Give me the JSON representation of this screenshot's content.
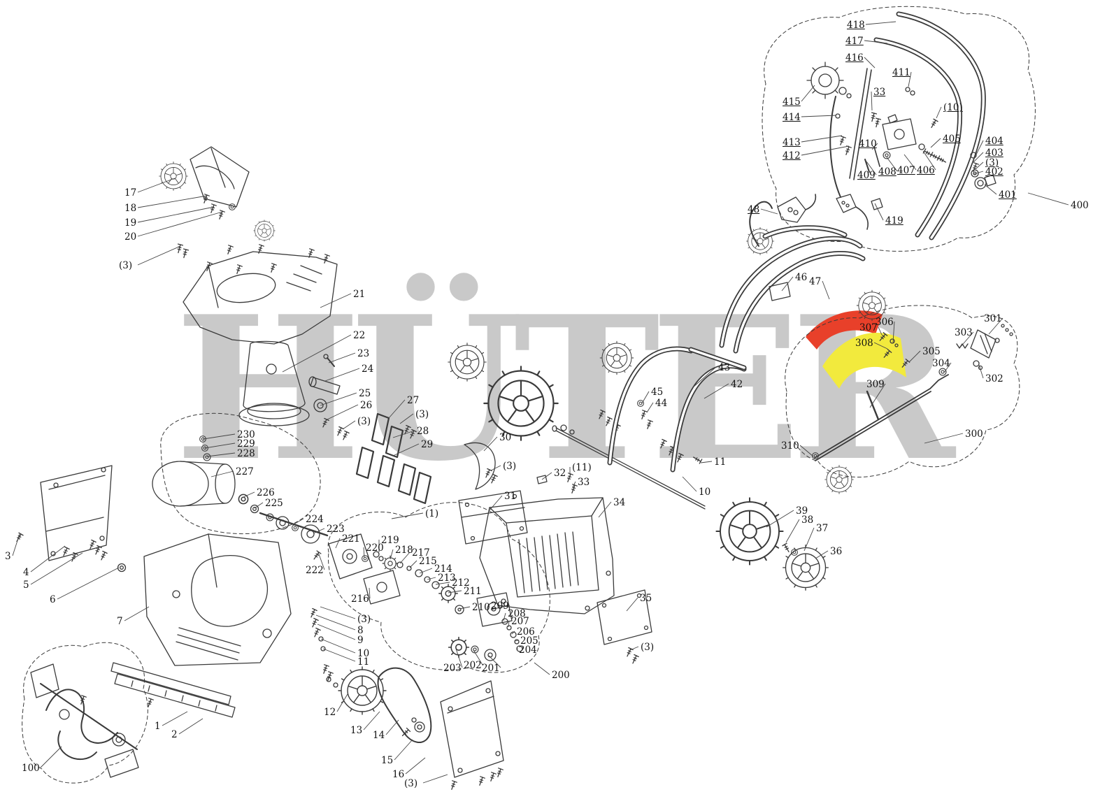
{
  "watermark": {
    "text": "HÜTER",
    "color": "#c9c9c9"
  },
  "brand_colors": {
    "logo_red": "#e8402a",
    "logo_yellow": "#f2ea3d",
    "line": "#3a3a3a"
  },
  "labels_format": [
    "text",
    "x",
    "y",
    "leader_x",
    "leader_y",
    "underlined"
  ],
  "labels": [
    [
      "17",
      178,
      268,
      250,
      255,
      0
    ],
    [
      "18",
      178,
      290,
      296,
      280,
      0
    ],
    [
      "19",
      178,
      311,
      306,
      296,
      0
    ],
    [
      "20",
      178,
      331,
      318,
      303,
      0
    ],
    [
      "(3)",
      170,
      372,
      258,
      352,
      0
    ],
    [
      "21",
      505,
      413,
      458,
      440,
      0
    ],
    [
      "22",
      505,
      472,
      404,
      532,
      0
    ],
    [
      "23",
      511,
      498,
      470,
      519,
      0
    ],
    [
      "24",
      517,
      520,
      465,
      545,
      0
    ],
    [
      "25",
      513,
      555,
      458,
      580,
      0
    ],
    [
      "26",
      515,
      572,
      468,
      600,
      0
    ],
    [
      "(3)",
      511,
      595,
      490,
      614,
      0
    ],
    [
      "27",
      582,
      565,
      556,
      598,
      0
    ],
    [
      "(3)",
      594,
      585,
      572,
      606,
      0
    ],
    [
      "28",
      596,
      609,
      562,
      626,
      0
    ],
    [
      "29",
      602,
      628,
      562,
      652,
      0
    ],
    [
      "30",
      714,
      618,
      692,
      645,
      0
    ],
    [
      "(3)",
      719,
      659,
      702,
      673,
      0
    ],
    [
      "31",
      721,
      702,
      700,
      730,
      0
    ],
    [
      "32",
      792,
      669,
      775,
      686,
      0
    ],
    [
      "(11)",
      818,
      661,
      815,
      679,
      0
    ],
    [
      "33",
      826,
      682,
      819,
      697,
      0
    ],
    [
      "34",
      877,
      711,
      856,
      740,
      0
    ],
    [
      "(1)",
      608,
      727,
      560,
      742,
      0
    ],
    [
      "230",
      339,
      614,
      291,
      628,
      0
    ],
    [
      "229",
      339,
      627,
      293,
      641,
      0
    ],
    [
      "228",
      339,
      641,
      296,
      653,
      0
    ],
    [
      "227",
      337,
      667,
      302,
      682,
      0
    ],
    [
      "226",
      367,
      697,
      346,
      712,
      0
    ],
    [
      "225",
      379,
      712,
      364,
      727,
      0
    ],
    [
      "224",
      437,
      735,
      420,
      750,
      0
    ],
    [
      "223",
      467,
      749,
      448,
      763,
      0
    ],
    [
      "221",
      489,
      763,
      480,
      784,
      0
    ],
    [
      "220",
      523,
      776,
      521,
      798,
      0
    ],
    [
      "219",
      545,
      765,
      542,
      790,
      0
    ],
    [
      "218",
      565,
      779,
      558,
      800,
      0
    ],
    [
      "217",
      589,
      783,
      572,
      806,
      0
    ],
    [
      "215",
      599,
      795,
      586,
      812,
      0
    ],
    [
      "214",
      621,
      806,
      600,
      820,
      0
    ],
    [
      "213",
      626,
      819,
      611,
      829,
      0
    ],
    [
      "212",
      646,
      826,
      623,
      836,
      0
    ],
    [
      "211",
      663,
      838,
      641,
      848,
      0
    ],
    [
      "222",
      437,
      808,
      455,
      790,
      0
    ],
    [
      "216",
      502,
      849,
      528,
      841,
      0
    ],
    [
      "210",
      675,
      861,
      657,
      871,
      0
    ],
    [
      "209",
      702,
      859,
      702,
      872,
      0
    ],
    [
      "208",
      726,
      870,
      720,
      888,
      0
    ],
    [
      "207",
      731,
      881,
      727,
      897,
      0
    ],
    [
      "206",
      739,
      896,
      732,
      907,
      0
    ],
    [
      "205",
      744,
      909,
      737,
      917,
      0
    ],
    [
      "204",
      742,
      922,
      741,
      928,
      0
    ],
    [
      "203",
      634,
      948,
      652,
      928,
      0
    ],
    [
      "202",
      663,
      944,
      677,
      930,
      0
    ],
    [
      "201",
      689,
      948,
      699,
      938,
      0
    ],
    [
      "200",
      789,
      958,
      764,
      948,
      0
    ],
    [
      "(3)",
      511,
      878,
      458,
      868,
      0
    ],
    [
      "8",
      511,
      894,
      452,
      880,
      0
    ],
    [
      "9",
      511,
      908,
      454,
      893,
      0
    ],
    [
      "10",
      511,
      927,
      459,
      914,
      0
    ],
    [
      "11",
      511,
      939,
      462,
      928,
      0
    ],
    [
      "3",
      7,
      788,
      28,
      764,
      0
    ],
    [
      "4",
      33,
      811,
      93,
      781,
      0
    ],
    [
      "5",
      33,
      829,
      118,
      791,
      0
    ],
    [
      "6",
      71,
      850,
      170,
      812,
      0
    ],
    [
      "7",
      167,
      881,
      213,
      868,
      0
    ],
    [
      "1",
      221,
      1031,
      268,
      1018,
      0
    ],
    [
      "2",
      245,
      1043,
      290,
      1028,
      0
    ],
    [
      "100",
      31,
      1091,
      88,
      1068,
      0
    ],
    [
      "12",
      463,
      1011,
      497,
      993,
      0
    ],
    [
      "13",
      501,
      1037,
      543,
      1018,
      0
    ],
    [
      "14",
      533,
      1044,
      570,
      1030,
      0
    ],
    [
      "15",
      545,
      1080,
      590,
      1058,
      0
    ],
    [
      "16",
      561,
      1100,
      608,
      1084,
      0
    ],
    [
      "(3)",
      578,
      1113,
      640,
      1108,
      0
    ],
    [
      "35",
      915,
      848,
      896,
      874,
      0
    ],
    [
      "(3)",
      916,
      918,
      901,
      930,
      0
    ],
    [
      "36",
      1187,
      781,
      1166,
      799,
      0
    ],
    [
      "37",
      1167,
      748,
      1150,
      788,
      0
    ],
    [
      "38",
      1146,
      736,
      1124,
      776,
      0
    ],
    [
      "39",
      1138,
      723,
      1096,
      754,
      0
    ],
    [
      "10",
      999,
      696,
      976,
      682,
      0
    ],
    [
      "11",
      1021,
      653,
      1002,
      662,
      0
    ],
    [
      "42",
      1045,
      542,
      1007,
      570,
      0
    ],
    [
      "43",
      1027,
      518,
      991,
      554,
      0
    ],
    [
      "44",
      937,
      569,
      925,
      590,
      0
    ],
    [
      "45",
      931,
      553,
      918,
      577,
      0
    ],
    [
      "46",
      1137,
      389,
      1118,
      416,
      0
    ],
    [
      "47",
      1157,
      395,
      1186,
      428,
      0
    ],
    [
      "48",
      1069,
      292,
      1112,
      306,
      1
    ],
    [
      "300",
      1380,
      613,
      1322,
      634,
      0
    ],
    [
      "301",
      1407,
      448,
      1414,
      478,
      0
    ],
    [
      "302",
      1409,
      534,
      1400,
      522,
      0
    ],
    [
      "303",
      1365,
      468,
      1372,
      498,
      0
    ],
    [
      "304",
      1333,
      512,
      1350,
      533,
      0
    ],
    [
      "305",
      1319,
      495,
      1300,
      518,
      0
    ],
    [
      "306",
      1252,
      453,
      1277,
      490,
      0
    ],
    [
      "307",
      1229,
      461,
      1261,
      479,
      0
    ],
    [
      "308",
      1223,
      483,
      1269,
      499,
      0
    ],
    [
      "309",
      1239,
      542,
      1244,
      583,
      0
    ],
    [
      "310",
      1117,
      630,
      1163,
      653,
      0
    ],
    [
      "418",
      1211,
      28,
      1281,
      31,
      1
    ],
    [
      "417",
      1209,
      51,
      1269,
      62,
      1
    ],
    [
      "416",
      1209,
      75,
      1251,
      97,
      1
    ],
    [
      "411",
      1276,
      96,
      1299,
      124,
      1
    ],
    [
      "33",
      1249,
      124,
      1247,
      158,
      1
    ],
    [
      "(10)",
      1349,
      146,
      1339,
      169,
      1
    ],
    [
      "415",
      1119,
      138,
      1165,
      122,
      1
    ],
    [
      "414",
      1119,
      160,
      1196,
      165,
      1
    ],
    [
      "413",
      1119,
      196,
      1204,
      194,
      1
    ],
    [
      "412",
      1119,
      215,
      1214,
      209,
      1
    ],
    [
      "410",
      1228,
      198,
      1247,
      214,
      1
    ],
    [
      "409",
      1226,
      243,
      1239,
      231,
      1
    ],
    [
      "408",
      1256,
      238,
      1268,
      225,
      1
    ],
    [
      "407",
      1283,
      236,
      1293,
      221,
      1
    ],
    [
      "406",
      1311,
      236,
      1320,
      216,
      1
    ],
    [
      "405",
      1348,
      191,
      1331,
      211,
      1
    ],
    [
      "404",
      1409,
      194,
      1396,
      221,
      1
    ],
    [
      "403",
      1409,
      211,
      1392,
      232,
      1
    ],
    [
      "(3)",
      1409,
      225,
      1396,
      241,
      1
    ],
    [
      "402",
      1409,
      238,
      1392,
      249,
      1
    ],
    [
      "401",
      1428,
      271,
      1408,
      264,
      1
    ],
    [
      "400",
      1531,
      286,
      1470,
      276,
      0
    ],
    [
      "419",
      1266,
      308,
      1251,
      291,
      1
    ]
  ]
}
